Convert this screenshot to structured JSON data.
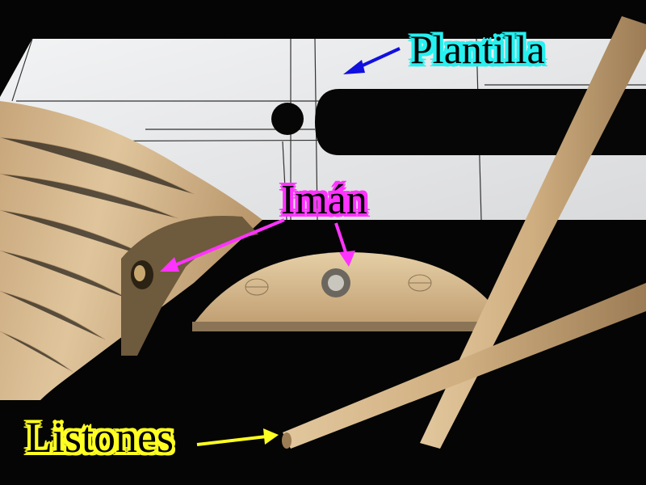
{
  "labels": {
    "plantilla": "Plantilla",
    "iman": "Imán",
    "listones": "Listones"
  },
  "colors": {
    "background": "#050505",
    "template_paper": "#e9eaec",
    "balsa_wood": "#d8b98a",
    "plantilla_highlight": "#27f0f0",
    "plantilla_arrow": "#1010e0",
    "iman_highlight": "#ff33ff",
    "iman_arrow": "#ff33ff",
    "listones_highlight": "#ffff22",
    "listones_arrow": "#ffff22"
  }
}
